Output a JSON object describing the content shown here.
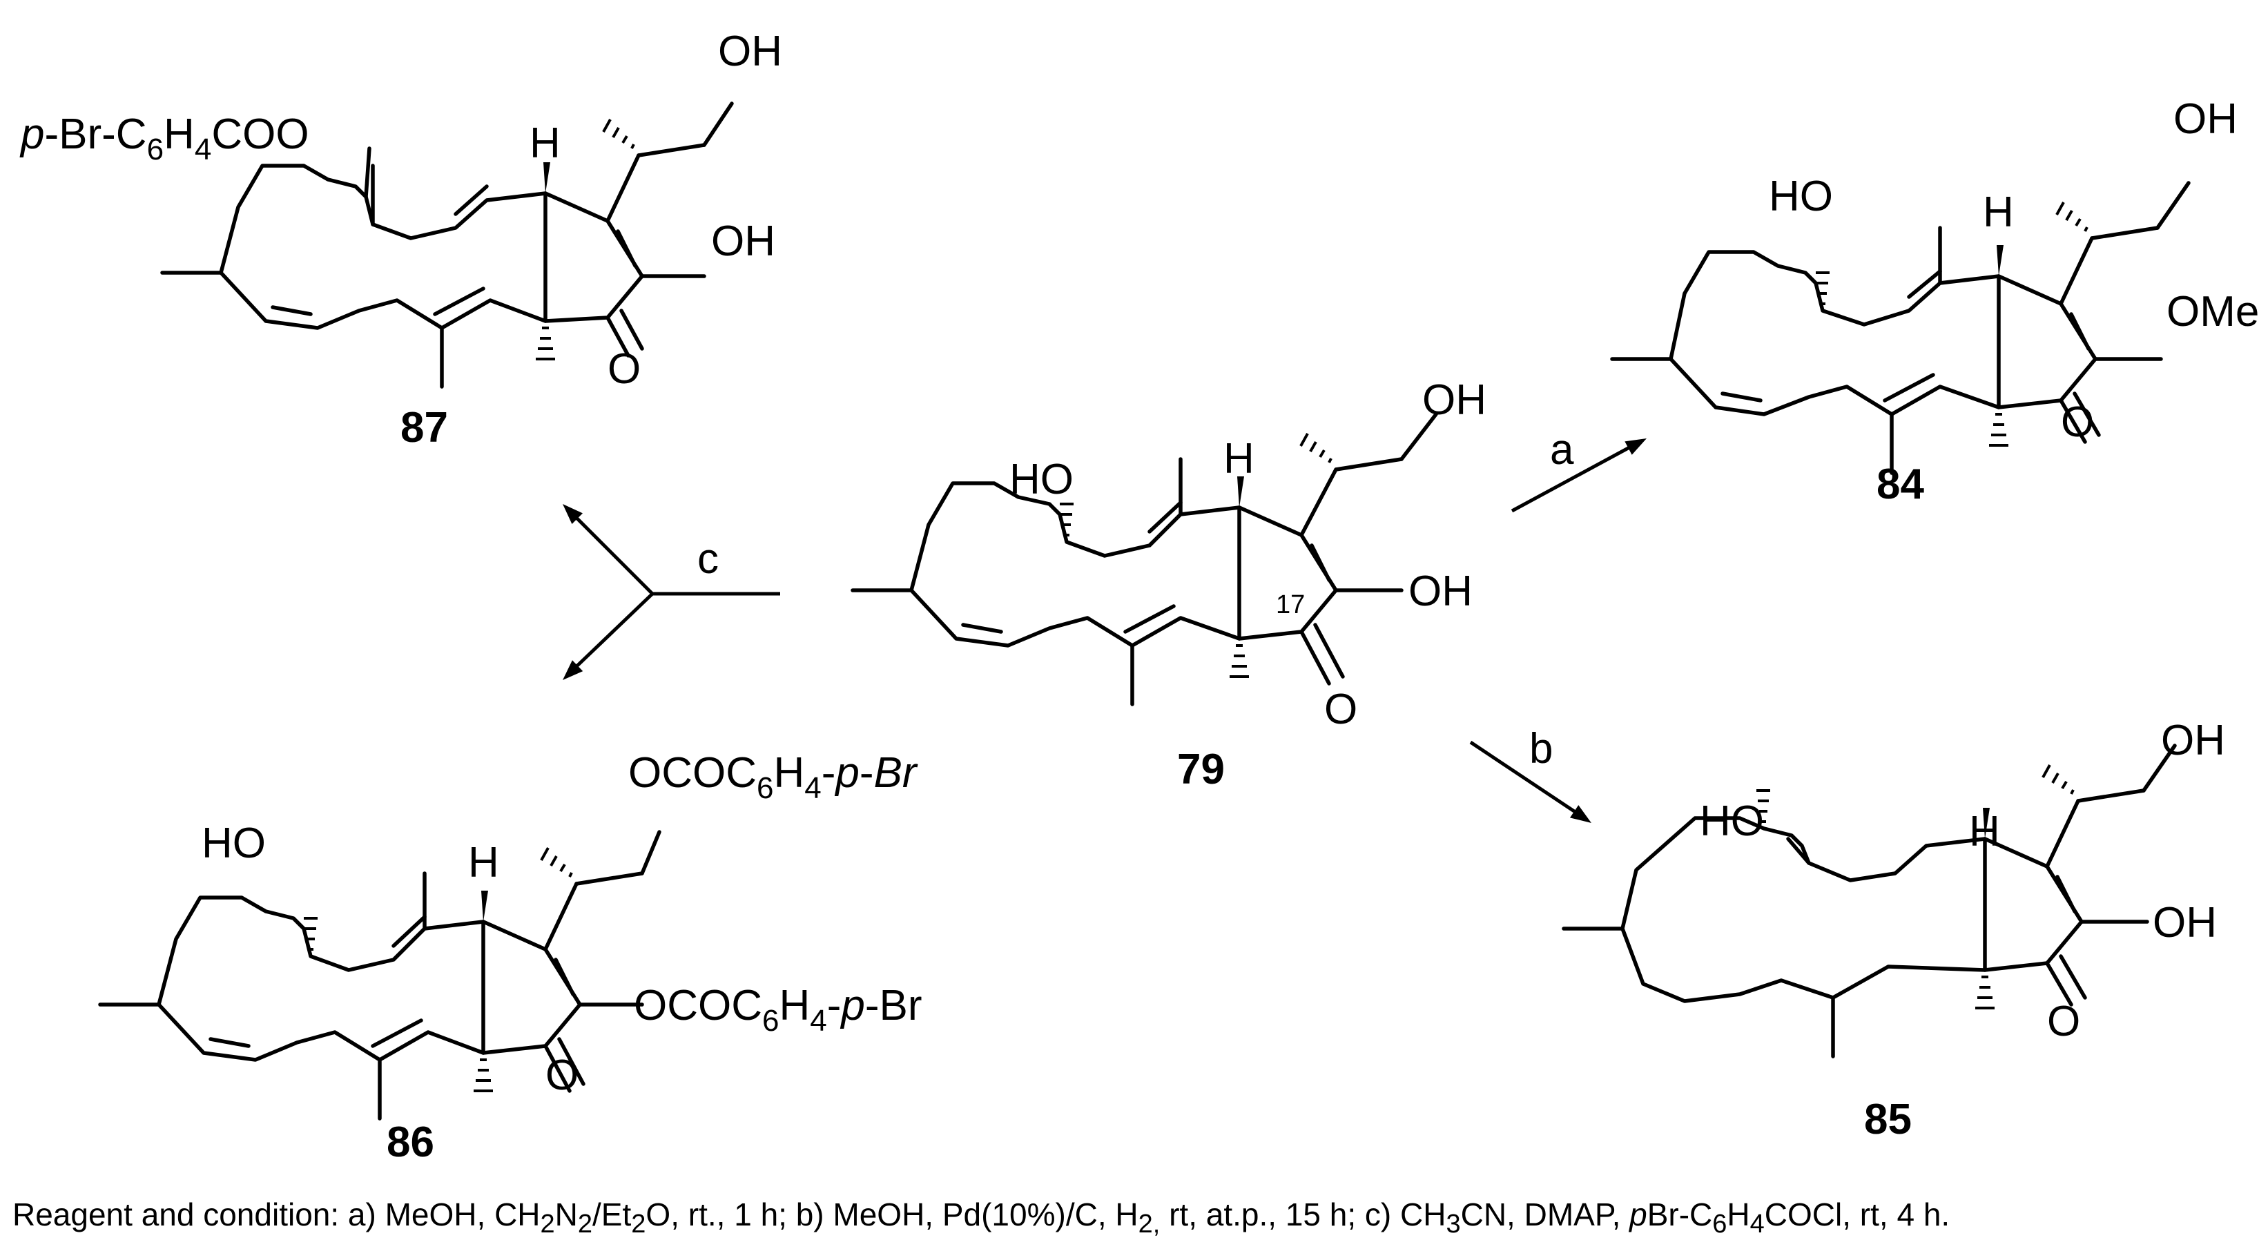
{
  "compounds": {
    "c79": {
      "number": "79",
      "ho": "HO",
      "oh_top": "OH",
      "oh_right": "OH",
      "h": "H",
      "o": "O",
      "position": "17"
    },
    "c84": {
      "number": "84",
      "ho": "HO",
      "oh_top": "OH",
      "ome": "OMe",
      "h": "H",
      "o": "O"
    },
    "c85": {
      "number": "85",
      "ho": "HO",
      "oh_top": "OH",
      "oh_right": "OH",
      "h": "H",
      "o": "O"
    },
    "c86": {
      "number": "86",
      "ho": "HO",
      "h": "H",
      "o": "O",
      "ester_top": {
        "a": "OCOC",
        "b": "6",
        "c": "H",
        "d": "4",
        "e": "-",
        "f": "p",
        "g": "-",
        "h": "Br"
      },
      "ester_right": {
        "a": "OCOC",
        "b": "6",
        "c": "H",
        "d": "4",
        "e": "-",
        "f": "p",
        "g": "-Br"
      }
    },
    "c87": {
      "number": "87",
      "oh_top": "OH",
      "oh_right": "OH",
      "h": "H",
      "o": "O",
      "ester": {
        "p": "p",
        "a": "-Br-C",
        "b": "6",
        "c": "H",
        "d": "4",
        "e": "COO"
      }
    }
  },
  "arrows": {
    "a": "a",
    "b": "b",
    "c": "c"
  },
  "caption": {
    "s1": "Reagent and condition: a) MeOH, CH",
    "s1sub": "2",
    "s2": "N",
    "s2sub": "2",
    "s3": "/Et",
    "s3sub": "2",
    "s4": "O, rt., 1 h; b) MeOH, Pd(10%)/C, H",
    "s4sub": "2,",
    "s5": " rt, at.p., 15 h; c) CH",
    "s5sub": "3",
    "s6": "CN, DMAP, ",
    "s6it": "p",
    "s7": "Br-C",
    "s7sub": "6",
    "s8": "H",
    "s8sub": "4",
    "s9": "COCl, rt, 4 h."
  }
}
